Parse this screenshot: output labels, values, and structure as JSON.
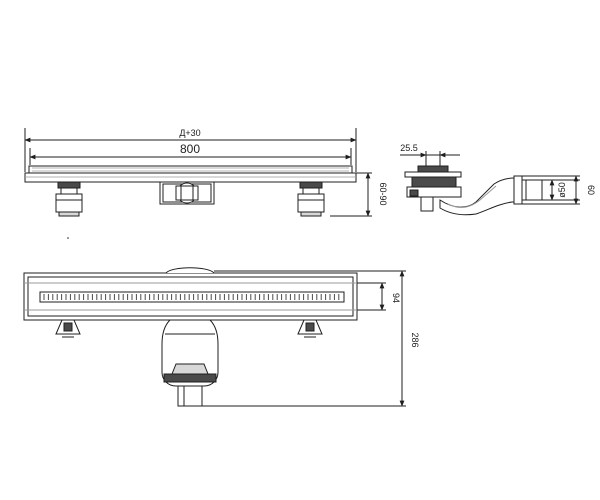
{
  "colors": {
    "line": "#1f1f1f",
    "light": "#9a9a9a",
    "fill_dark": "#4a4a4a",
    "fill_mid": "#d8d8d8",
    "background": "#ffffff"
  },
  "dimensions": {
    "length_total": "Д+30",
    "length_channel": "800",
    "height_range": "60-90",
    "grate_offset": "25.5",
    "outlet_diameter": "ø50",
    "outlet_height": "60",
    "plan_inner_width": "94",
    "plan_total_depth": "286"
  }
}
